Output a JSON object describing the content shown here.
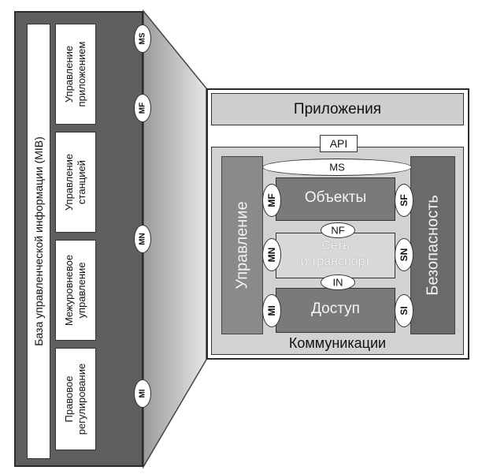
{
  "left": {
    "mib_label": "База управленческой информации (MIB)",
    "app_management": "Управление приложением",
    "station_management": "Управление станцией",
    "layer_management": "Межуровневое управление",
    "legal": "Правовое регулирование",
    "ellipses": {
      "ms": "MS",
      "mf": "MF",
      "mn": "MN",
      "mi": "MI"
    }
  },
  "right": {
    "applications": "Приложения",
    "api": "API",
    "ms": "MS",
    "management": "Управление",
    "security": "Безопасность",
    "objects": "Объекты",
    "network_line1": "Сеть",
    "network_line2": "и транспорт",
    "access": "Доступ",
    "nf": "NF",
    "in": "IN",
    "mf": "MF",
    "mn": "MN",
    "mi": "MI",
    "sf": "SF",
    "sn": "SN",
    "si": "SI",
    "communications": "Коммуникации"
  },
  "colors": {
    "dark_panel": "#5e5e5e",
    "funnel": "#d9d9d9",
    "layer_dark": "#7a7a7a",
    "background": "#ffffff"
  }
}
